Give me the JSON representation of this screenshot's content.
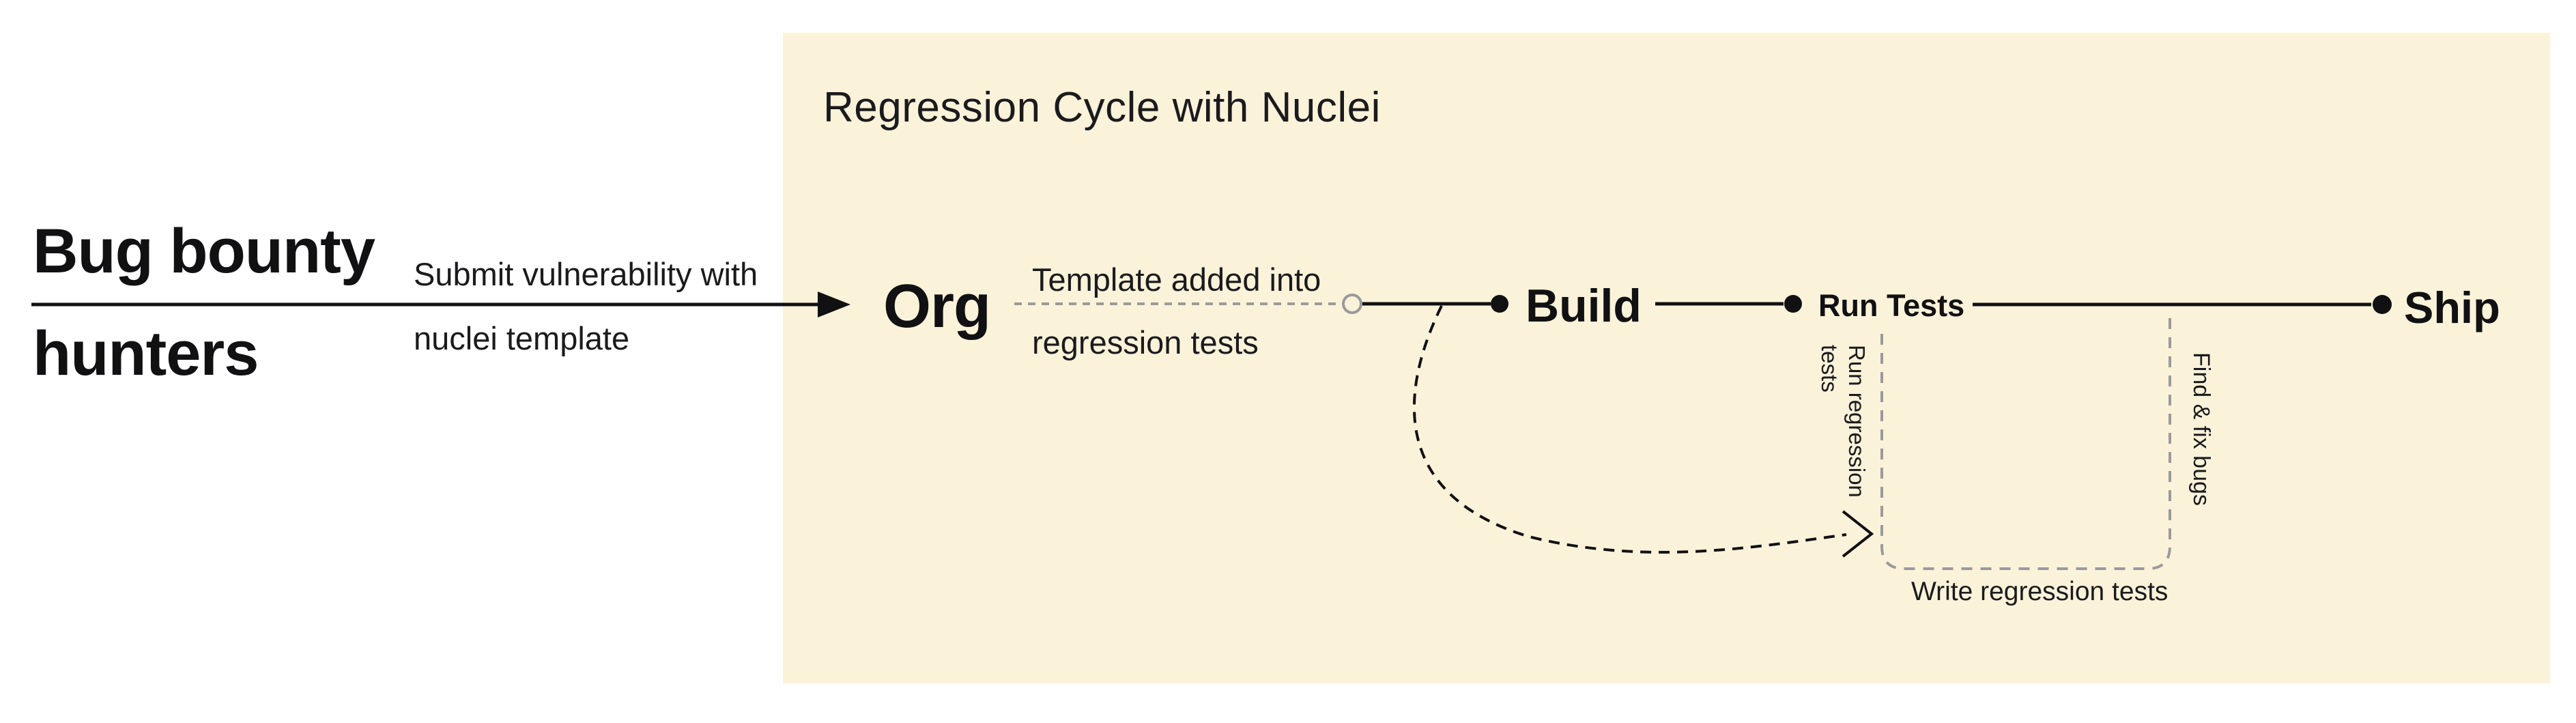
{
  "colors": {
    "page_bg": "#ffffff",
    "panel_bg": "#fbf2da",
    "ink": "#1b1b1d",
    "muted_gray": "#9a9a9a"
  },
  "panel": {
    "title": "Regression Cycle with Nuclei"
  },
  "actor": {
    "line1": "Bug bounty",
    "line2": "hunters"
  },
  "edges": {
    "submit": {
      "line1": "Submit vulnerability with",
      "line2": "nuclei template"
    },
    "template": {
      "line1": "Template added into",
      "line2": "regression tests"
    }
  },
  "nodes": {
    "org": "Org",
    "build": "Build",
    "run_tests": "Run Tests",
    "ship": "Ship"
  },
  "loop": {
    "run_regression": "Run regression tests",
    "find_fix": "Find & fix bugs",
    "write_tests": "Write regression tests"
  }
}
